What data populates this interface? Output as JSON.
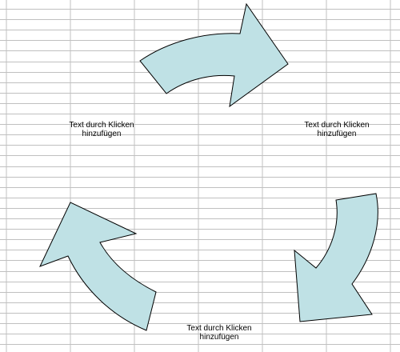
{
  "colors": {
    "gridline": "#c0c0c0",
    "arrow_fill": "#bfe1e5",
    "arrow_stroke": "#000000",
    "background": "#ffffff"
  },
  "diagram": {
    "type": "cycle",
    "labels": [
      {
        "line1": "Text durch Klicken",
        "line2": "hinzufügen"
      },
      {
        "line1": "Text durch Klicken",
        "line2": "hinzufügen"
      },
      {
        "line1": "Text durch Klicken",
        "line2": "hinzufügen"
      }
    ]
  }
}
